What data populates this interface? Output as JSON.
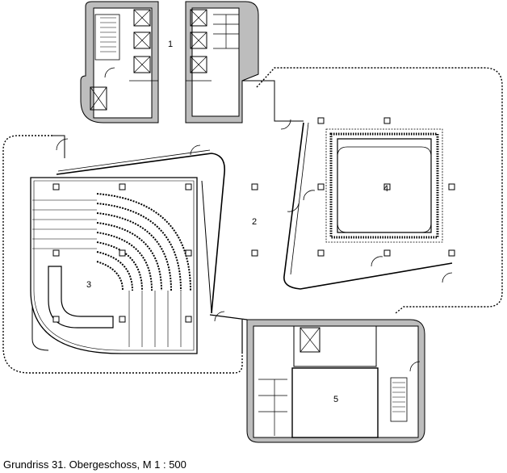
{
  "caption": "Grundriss 31. Obergeschoss, M 1 : 500",
  "zones": [
    {
      "id": "1"
    },
    {
      "id": "2"
    },
    {
      "id": "3"
    },
    {
      "id": "4"
    },
    {
      "id": "5"
    }
  ],
  "colors": {
    "line": "#000000",
    "wall": "#9a9a9a",
    "background": "#ffffff"
  }
}
